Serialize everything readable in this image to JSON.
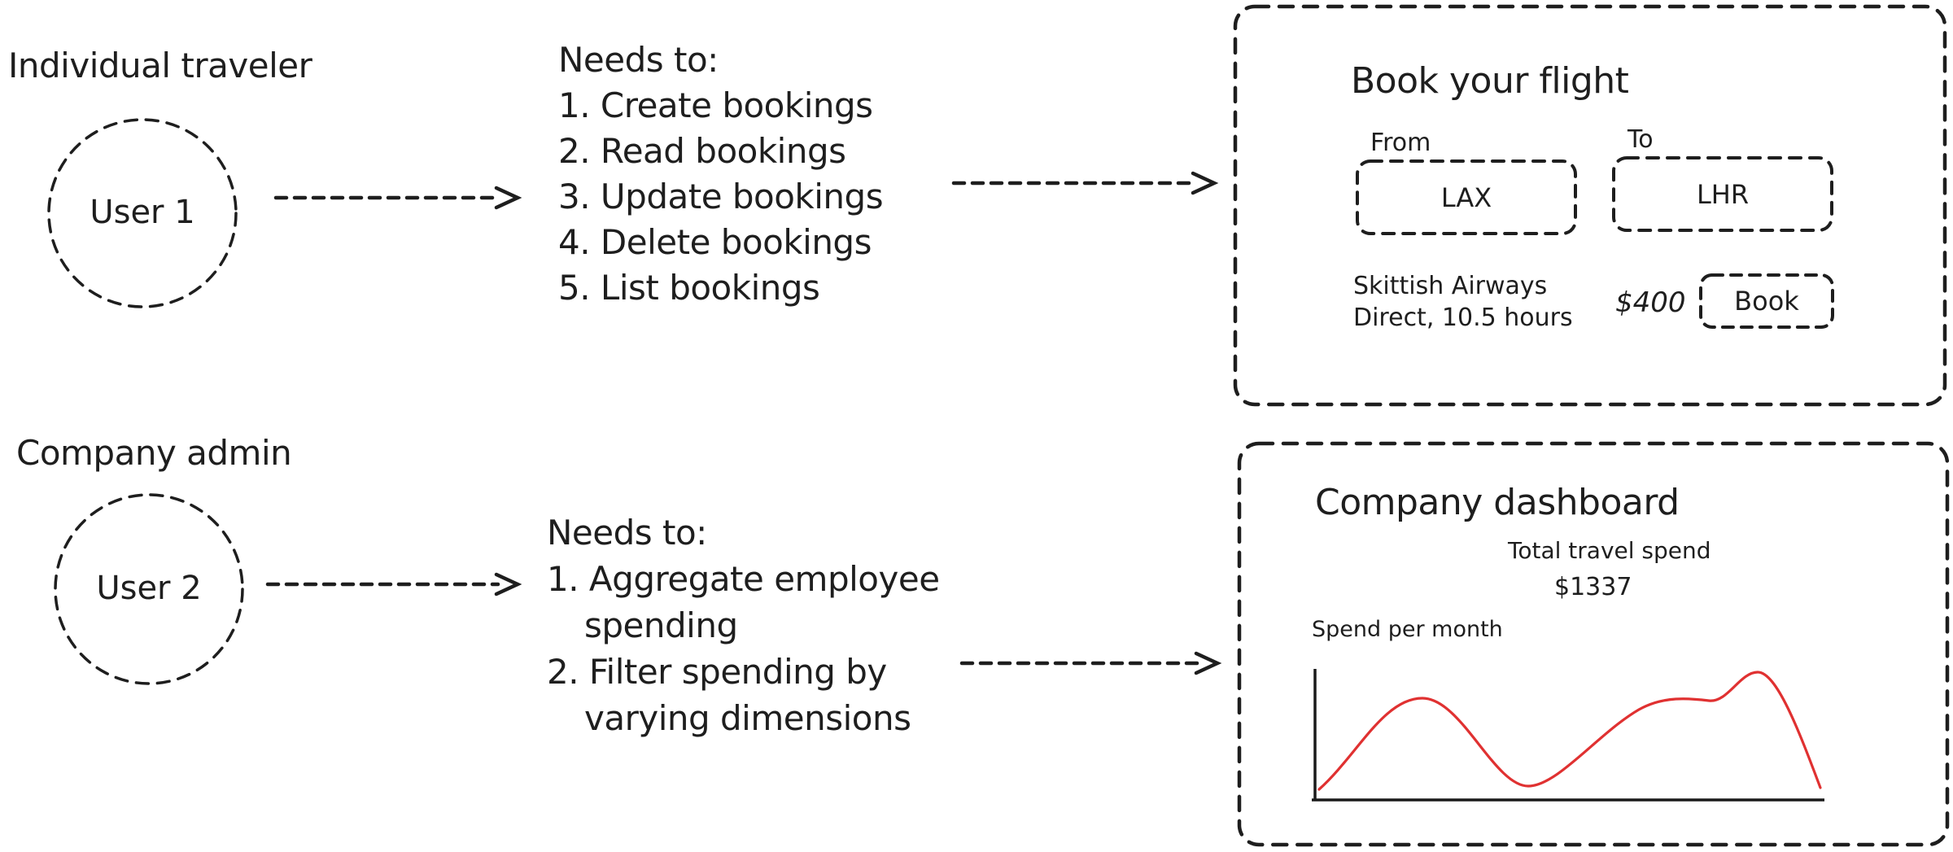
{
  "colors": {
    "ink": "#1e1e1e",
    "chart_line_red": "#e03131",
    "background": "#ffffff"
  },
  "personas": [
    {
      "label": "Individual traveler",
      "user": "User 1",
      "needs": {
        "heading": "Needs to:",
        "items": [
          "1. Create bookings",
          "2. Read bookings",
          "3. Update bookings",
          "4. Delete bookings",
          "5. List bookings"
        ]
      }
    },
    {
      "label": "Company admin",
      "user": "User 2",
      "needs": {
        "heading": "Needs to:",
        "items": [
          "1. Aggregate employee\nspending",
          "2. Filter spending by\nvarying dimensions"
        ]
      }
    }
  ],
  "booking_panel": {
    "title": "Book your flight",
    "from_label": "From",
    "from_value": "LAX",
    "to_label": "To",
    "to_value": "LHR",
    "flight_info": "Skittish Airways\nDirect, 10.5 hours",
    "price": "$400",
    "book_button_label": "Book"
  },
  "dashboard_panel": {
    "title": "Company dashboard",
    "metric_label": "Total travel spend",
    "metric_value": "$1337",
    "chart_label": "Spend per month"
  },
  "chart_data": {
    "type": "line",
    "title": "Spend per month",
    "xlabel": "",
    "ylabel": "",
    "x_tick_labels": [],
    "y_tick_labels": [],
    "legend": false,
    "series": [
      {
        "name": "Spend per month",
        "color": "#e03131",
        "points_pct": [
          {
            "x": 1,
            "y": 8
          },
          {
            "x": 21,
            "y": 77
          },
          {
            "x": 42,
            "y": 10
          },
          {
            "x": 66,
            "y": 77
          },
          {
            "x": 78,
            "y": 74
          },
          {
            "x": 87,
            "y": 96
          },
          {
            "x": 99,
            "y": 9
          }
        ]
      }
    ]
  }
}
